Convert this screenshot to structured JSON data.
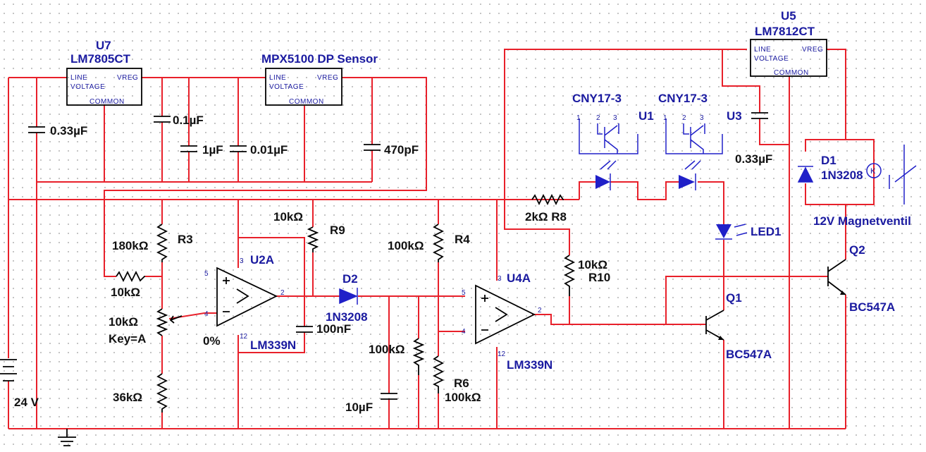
{
  "components": {
    "u7": {
      "ref": "U7",
      "part": "LM7805CT",
      "line": "LINE",
      "voltage": "VOLTAGE",
      "vreg": "VREG",
      "common": "COMMON"
    },
    "sensor": {
      "part": "MPX5100 DP Sensor",
      "line": "LINE",
      "voltage": "VOLTAGE",
      "vreg": "VREG",
      "common": "COMMON"
    },
    "u5": {
      "ref": "U5",
      "part": "LM7812CT",
      "line": "LINE",
      "voltage": "VOLTAGE",
      "vreg": "VREG",
      "common": "COMMON"
    },
    "caps": {
      "c1": "0.33µF",
      "c2": "0.1µF",
      "c3": "1µF",
      "c4": "0.01µF",
      "c5": "470pF",
      "c6": "100nF",
      "c7": "10µF",
      "c8": "0.33µF"
    },
    "r3": {
      "value": "180kΩ",
      "ref": "R3"
    },
    "r_in": {
      "value": "10kΩ"
    },
    "pot": {
      "value": "10kΩ",
      "key": "Key=A",
      "pct": "0%"
    },
    "r_bot": {
      "value": "36kΩ"
    },
    "r9": {
      "value": "10kΩ",
      "ref": "R9"
    },
    "r4": {
      "value": "100kΩ",
      "ref": "R4"
    },
    "r6": {
      "ref": "R6",
      "value": "100kΩ"
    },
    "r_mid": {
      "value": "100kΩ"
    },
    "r8": {
      "label": "2kΩ R8"
    },
    "r10": {
      "value": "10kΩ",
      "ref": "R10"
    },
    "u2a": {
      "ref": "U2A",
      "part": "LM339N",
      "p3": "3",
      "p5": "5",
      "p4": "4",
      "p2": "2",
      "p12": "12"
    },
    "u4a": {
      "ref": "U4A",
      "part": "LM339N",
      "p3": "3",
      "p5": "5",
      "p4": "4",
      "p2": "2",
      "p12": "12"
    },
    "d2": {
      "ref": "D2",
      "part": "1N3208"
    },
    "d1": {
      "ref": "D1",
      "part": "1N3208"
    },
    "u1": {
      "ref": "U1",
      "part": "CNY17-3"
    },
    "u3": {
      "ref": "U3",
      "part": "CNY17-3"
    },
    "led1": {
      "ref": "LED1"
    },
    "q1": {
      "ref": "Q1",
      "part": "BC547A"
    },
    "q2": {
      "ref": "Q2",
      "part": "BC547A"
    },
    "valve": {
      "label": "12V Magnetventil"
    },
    "battery": {
      "value": "24 V"
    }
  }
}
